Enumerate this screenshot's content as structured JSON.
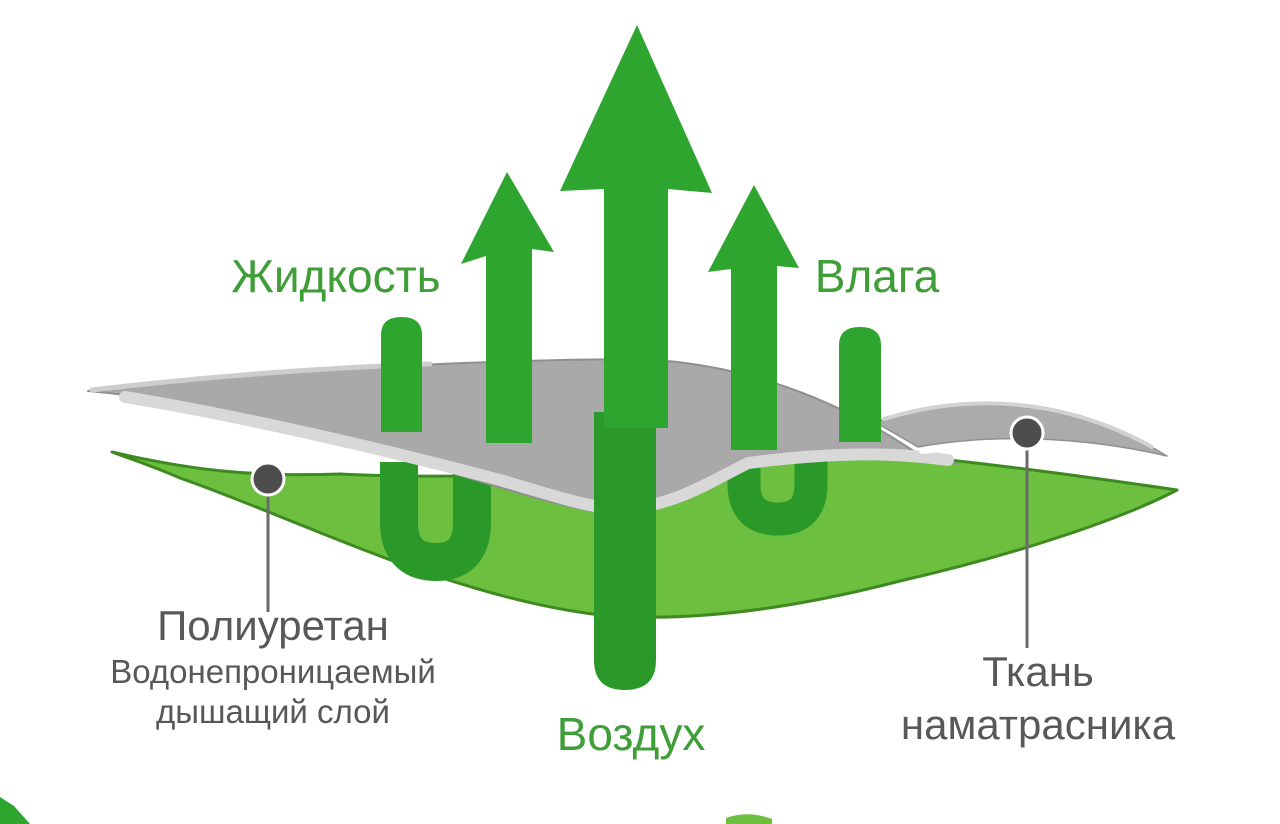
{
  "labels": {
    "liquid": "Жидкость",
    "moisture": "Влага",
    "air": "Воздух",
    "polyurethane_title": "Полиуретан",
    "polyurethane_line2": "Водонепроницаемый",
    "polyurethane_line3": "дышащий слой",
    "fabric_line1": "Ткань",
    "fabric_line2": "наматрасника"
  },
  "colors": {
    "arrow_green": "#2ea52e",
    "arrow_green_dark": "#2a992a",
    "foam_layer_green": "#6cbf3f",
    "foam_layer_edge": "#3e8a20",
    "fabric_gray": "#a9a9a9",
    "fabric_gray_light": "#d8d8d8",
    "fabric_gray_outline": "#8f8f8f",
    "label_green": "#3f9e37",
    "label_dark": "#58585a",
    "marker_dot": "#4d4d4d",
    "background": "#ffffff"
  }
}
